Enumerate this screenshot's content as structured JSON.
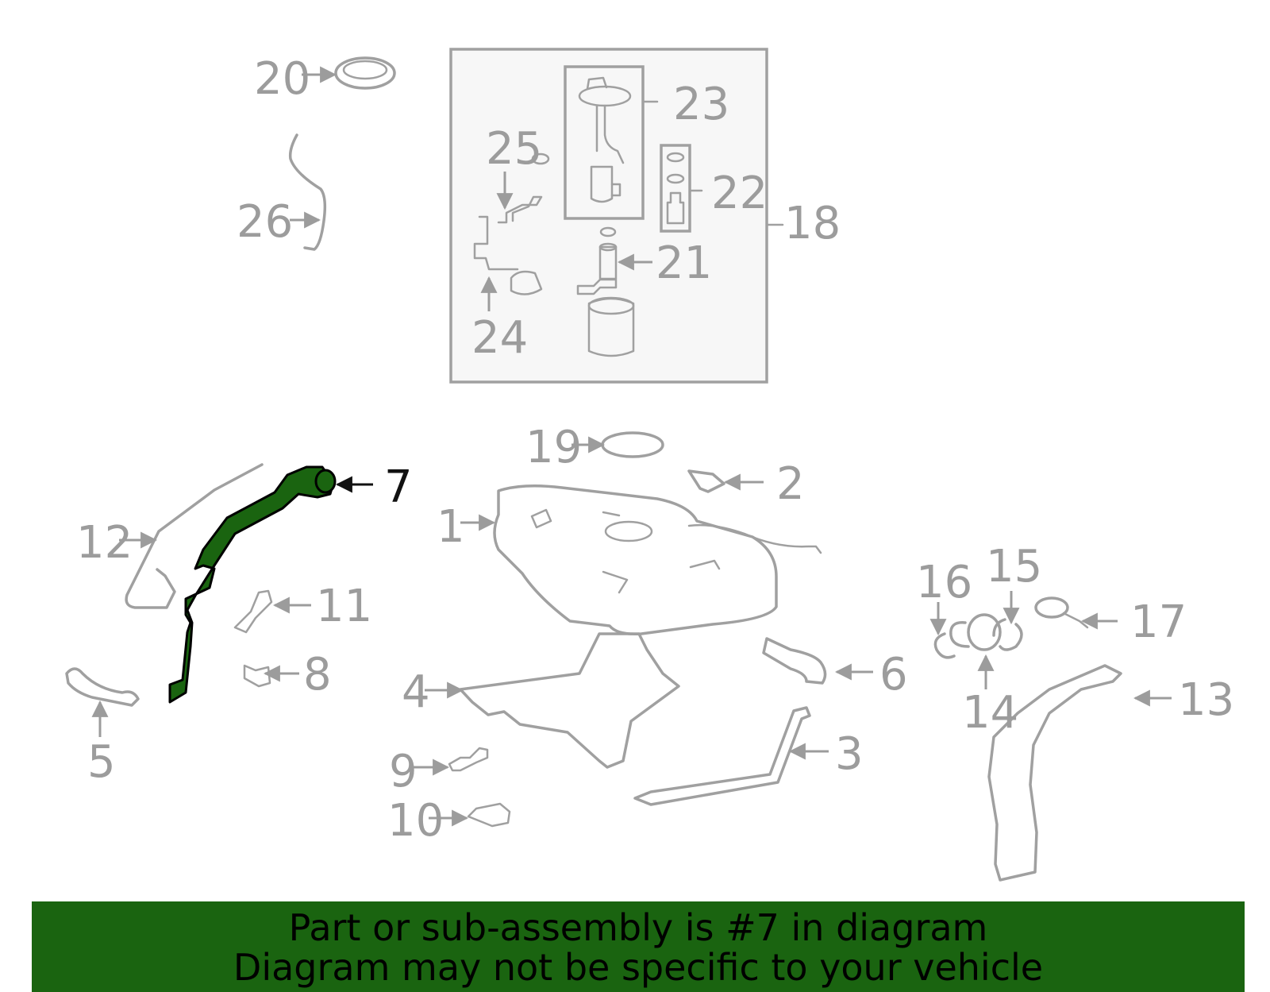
{
  "highlight_color": "#1a6410",
  "highlighted_part": "7",
  "callouts": [
    "1",
    "2",
    "3",
    "4",
    "5",
    "6",
    "7",
    "8",
    "9",
    "10",
    "11",
    "12",
    "13",
    "14",
    "15",
    "16",
    "17",
    "18",
    "19",
    "20",
    "21",
    "22",
    "23",
    "24",
    "25",
    "26"
  ],
  "banner": {
    "line1": "Part or sub-assembly is #7 in diagram",
    "line2": "Diagram may not be specific to your vehicle"
  }
}
